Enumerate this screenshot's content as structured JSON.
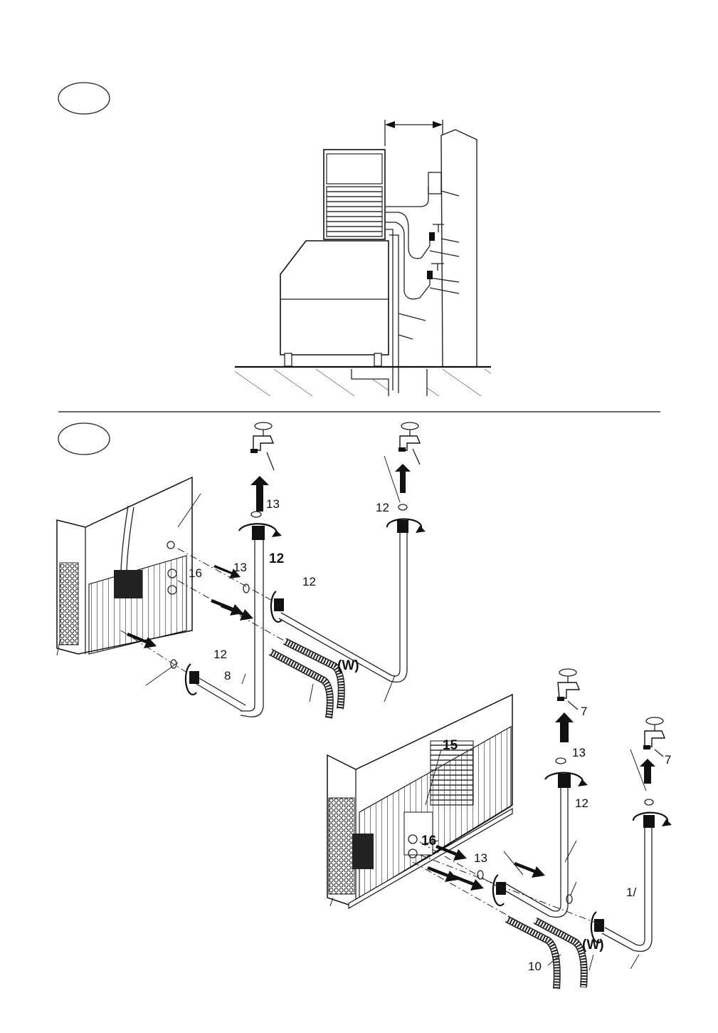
{
  "figure_a": {
    "callout_marker": "",
    "components": [
      "ice-machine",
      "wall",
      "water-taps",
      "drain-tubes",
      "floor"
    ]
  },
  "figure_b": {
    "callout_marker": "",
    "labels": {
      "washer_left": "13",
      "nut_top_left": "12",
      "washer_mid": "13",
      "nut_mid": "12",
      "nut_top_right": "12",
      "washer_top_right": "12",
      "inlet": "16",
      "nut_low": "12",
      "tube": "8",
      "hose_w": "(W)"
    }
  },
  "figure_c": {
    "labels": {
      "drain": "15",
      "tap_a": "7",
      "washer_a": "13",
      "nut_a": "12",
      "tap_b": "7",
      "inlet": "16",
      "washer": "13",
      "nut_b": "1/",
      "hose": "10",
      "hose_w": "(W)"
    }
  },
  "colors": {
    "ink": "#111111",
    "paper": "#ffffff",
    "hatch": "#333333"
  }
}
